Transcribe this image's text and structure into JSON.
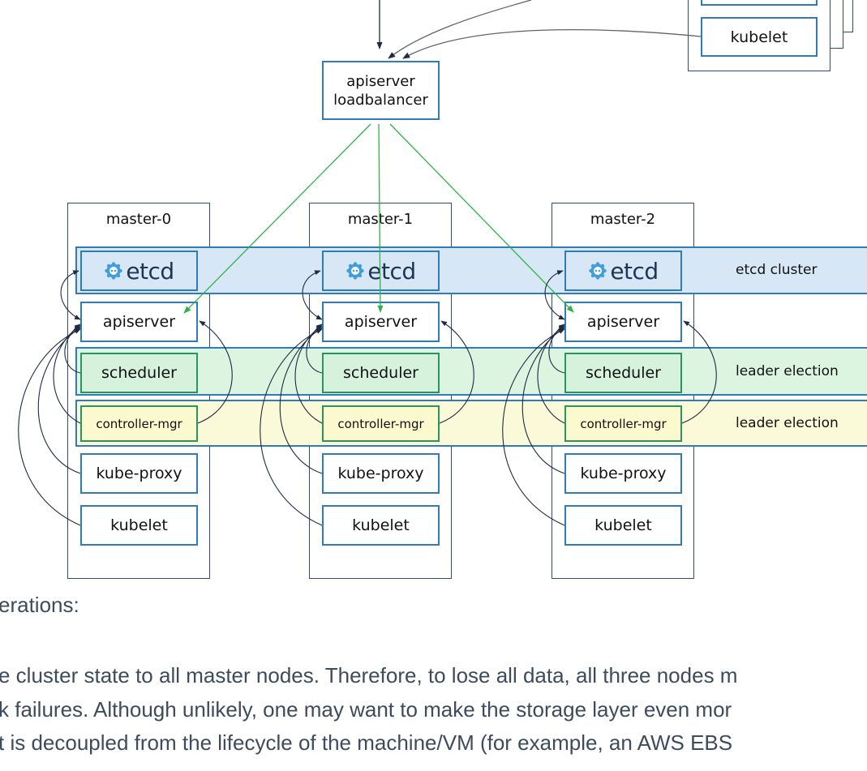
{
  "top": {
    "node_kubelet": "kubelet",
    "lb_line1": "apiserver",
    "lb_line2": "loadbalancer"
  },
  "masters": [
    {
      "name": "master-0"
    },
    {
      "name": "master-1"
    },
    {
      "name": "master-2"
    }
  ],
  "components": {
    "etcd": "etcd",
    "apiserver": "apiserver",
    "scheduler": "scheduler",
    "controller": "controller-mgr",
    "proxy": "kube-proxy",
    "kubelet": "kubelet"
  },
  "bands": {
    "etcd": "etcd cluster",
    "leader1": "leader election",
    "leader2": "leader election"
  },
  "text": {
    "line1": "erations:",
    "line2": "e cluster state to all master nodes. Therefore, to lose all data, all three nodes m",
    "line3": "k failures. Although unlikely, one may want to make the storage layer even mor",
    "line4": "t is decoupled from the lifecycle of the machine/VM (for example, an AWS EBS"
  },
  "colors": {
    "etcd_band": "#d8e7f6",
    "leader_band": "#dcf5e1",
    "controller_band": "#fbfad8",
    "box_border": "#2f7cb8",
    "green_arrow": "#2eb34a",
    "dark_arrow": "#1f2a44"
  }
}
